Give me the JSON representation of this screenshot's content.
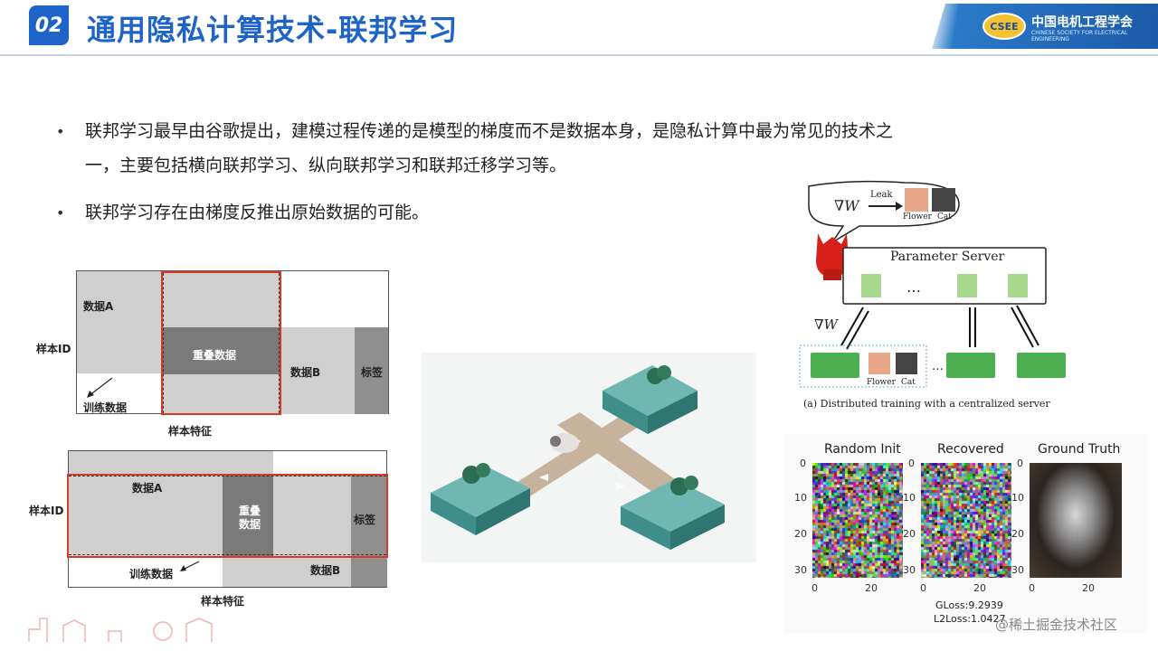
{
  "header": {
    "section_number": "02",
    "title": "通用隐私计算技术-联邦学习",
    "logo_badge": "CSEE",
    "logo_cn": "中国电机工程学会",
    "logo_en": "CHINESE SOCIETY FOR ELECTRICAL ENGINEERING"
  },
  "bullets": {
    "b1_line1": "联邦学习最早由谷歌提出，建模过程传递的是模型的梯度而不是数据本身，是隐私计算中最为常见的技术之",
    "b1_line2": "一，主要包括横向联邦学习、纵向联邦学习和联邦迁移学习等。",
    "b2": "联邦学习存在由梯度反推出原始数据的可能。"
  },
  "diagram_top": {
    "data_a": "数据A",
    "overlap": "重叠数据",
    "data_b": "数据B",
    "label": "标签",
    "sample_id": "样本ID",
    "train_data": "训练数据",
    "sample_feature": "样本特征"
  },
  "diagram_bottom": {
    "data_a": "数据A",
    "overlap1": "重叠",
    "overlap2": "数据",
    "data_b": "数据B",
    "label": "标签",
    "sample_id": "样本ID",
    "train_data": "训练数据",
    "sample_feature": "样本特征"
  },
  "fl_server": {
    "grad_top": "∇W",
    "leak": "Leak",
    "flower_top": "Flower",
    "cat_top": "Cat",
    "server": "Parameter Server",
    "dots": "…",
    "grad_side": "∇W",
    "flower_bottom": "Flower",
    "cat_bottom": "Cat",
    "dots_bottom": "…",
    "caption": "(a) Distributed training with a centralized server"
  },
  "recon": {
    "titles": [
      "Random Init",
      "Recovered",
      "Ground Truth"
    ],
    "y_ticks": [
      "0",
      "10",
      "20",
      "30"
    ],
    "x_ticks": [
      "0",
      "20"
    ],
    "gloss": "GLoss:9.2939",
    "l2loss": "L2Loss:1.0427"
  },
  "watermark": "@稀土掘金技术社区",
  "colors": {
    "accent": "#1e64c8",
    "highlight_red": "#d83a2a",
    "light_gray": "#cfcfcf",
    "dark_gray": "#7a7a7a",
    "green": "#a8d88c"
  }
}
